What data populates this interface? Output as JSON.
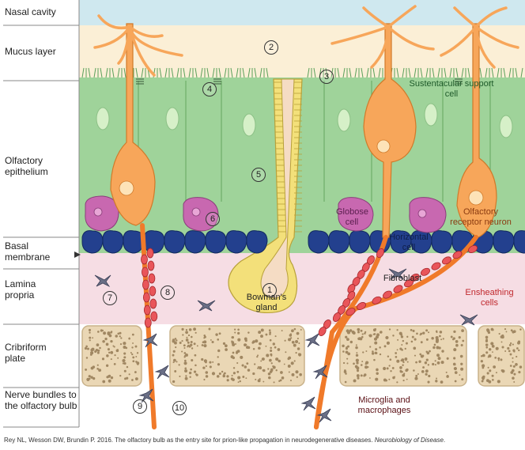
{
  "layers": {
    "nasal_cavity": "Nasal cavity",
    "mucus_layer": "Mucus layer",
    "olfactory_epithelium": "Olfactory epithelium",
    "basal_membrane": "Basal membrane",
    "lamina_propria": "Lamina propria",
    "cribriform_plate": "Cribriform plate",
    "nerve_bundles": "Nerve bundles to the olfactory bulb"
  },
  "labels": {
    "sustentacular": "Sustentacular support cell",
    "globose": "Globose cell",
    "horizontal": "Horizontal cell",
    "olfactory_neuron": "Olfactory receptor neuron",
    "fibroblast": "Fibroblast",
    "ensheathing": "Ensheathing cells",
    "bowmans_gland": "Bowman's gland",
    "microglia": "Microglia and macrophages"
  },
  "numbers": [
    "1",
    "2",
    "3",
    "4",
    "5",
    "6",
    "7",
    "8",
    "9",
    "10"
  ],
  "caption": {
    "text": "Rey NL, Wesson DW, Brundin P. 2016. The olfactory bulb as the entry site for prion-like propagation in neurodegenerative diseases.",
    "journal": "Neurobiology of Disease",
    "end": "."
  },
  "colors": {
    "nasal_cavity": "#cfe8ef",
    "mucus": "#fbefd6",
    "epithelium": "#9fd39a",
    "basal_cells": "#23408e",
    "lamina_propria": "#f6dde4",
    "cribriform": "#ead7b5",
    "neuron": "#f7a65a",
    "ensheathing": "#e9555a",
    "gland": "#f3e07a",
    "globose": "#c868b0"
  }
}
